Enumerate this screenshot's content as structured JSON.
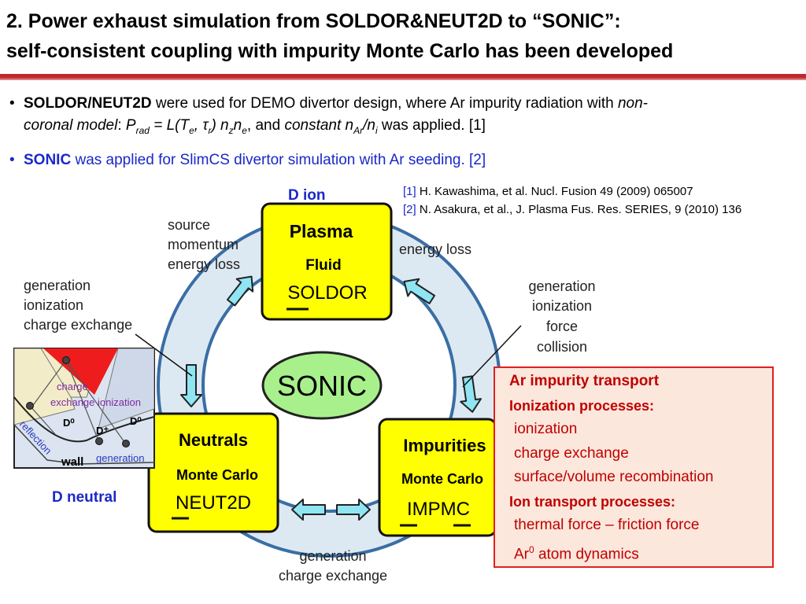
{
  "slide": {
    "title_line1": "2. Power exhaust simulation from SOLDOR&NEUT2D to “SONIC”:",
    "title_line2": "self-consistent coupling with impurity Monte Carlo has been developed"
  },
  "bullets": {
    "b1_bold": "SOLDOR/NEUT2D",
    "b1_text1": " were used for DEMO divertor design, where Ar impurity radiation with ",
    "b1_italic1": "non-",
    "b1_italic2": "coronal model",
    "b1_text2": ": ",
    "b1_formula": "P_rad = L(T_e, τ_r) n_z n_e",
    "b1_text3": ",  and ",
    "b1_formula2": "constant n_Ar/n_i",
    "b1_text4": " was applied.   [1]",
    "b2_bold": "SONIC",
    "b2_text": " was applied for SlimCS divertor simulation with Ar seeding. [2]"
  },
  "references": [
    {
      "tag": "[1]",
      "text": " H. Kawashima, et al. Nucl. Fusion 49 (2009) 065007"
    },
    {
      "tag": "[2]",
      "text": " N. Asakura, et al., J. Plasma Fus. Res. SERIES, 9 (2010) 136"
    }
  ],
  "diagram": {
    "center": "SONIC",
    "plasma": {
      "title": "Plasma",
      "sub": "Fluid",
      "code": "SOLDOR"
    },
    "neutrals": {
      "title": "Neutrals",
      "sub": "Monte Carlo",
      "code": "NEUT2D"
    },
    "impurities": {
      "title": "Impurities",
      "sub": "Monte Carlo",
      "code": "IMPMC"
    },
    "labels": {
      "d_ion": "D ion",
      "d_neutral": "D neutral",
      "source": "source",
      "momentum": "momentum",
      "energy_loss_left": "energy loss",
      "energy_loss_right": "energy loss",
      "gen_left": "generation",
      "ion_left": "ionization",
      "cx_left": "charge exchange",
      "gen_right": "generation",
      "ion_right": "ionization",
      "force": "force",
      "collision": "collision",
      "gen_bottom": "generation",
      "cx_bottom": "charge exchange"
    },
    "inset": {
      "charge": "charge",
      "exchange_ionization": "exchange ionization",
      "d0_left": "D⁰",
      "d_plus": "D⁺",
      "d0_right": "D⁰",
      "reflection": "reflection",
      "wall": "wall",
      "generation": "generation"
    }
  },
  "ar_box": {
    "heading": "Ar impurity transport",
    "sub1": "Ionization processes:",
    "items1": [
      "ionization",
      "charge exchange",
      "surface/volume recombination"
    ],
    "sub2": "Ion transport processes:",
    "items2a": "thermal force – friction force",
    "items2b_pre": "Ar",
    "items2b_sup": "0",
    "items2b_post": " atom dynamics"
  },
  "colors": {
    "title_rule": "#c0282d",
    "accent_blue": "#1a28c8",
    "box_yellow": "#ffff00",
    "sonic_green": "#a8f08c",
    "ring_fill": "#dde9f2",
    "ring_stroke": "#3a6ea5",
    "arrow_cyan": "#8fe6f2",
    "ar_box_red": "#c00000",
    "ar_box_fill": "#fbe7dc"
  }
}
